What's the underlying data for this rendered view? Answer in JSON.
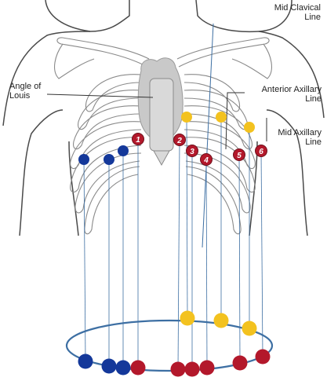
{
  "labels": {
    "mid_clavicular_1": "Mid Clavical",
    "mid_clavicular_2": "Line",
    "angle_of_louis_1": "Angle of",
    "angle_of_louis_2": "Louis",
    "anterior_axillary_1": "Anterior Axillary",
    "anterior_axillary_2": "Line",
    "mid_axillary_1": "Mid Axillary",
    "mid_axillary_2": "Line"
  },
  "electrodes": [
    "1",
    "2",
    "3",
    "4",
    "5",
    "6"
  ],
  "colors": {
    "red": "#b3182b",
    "blue": "#14389a",
    "yellow": "#f3c21f",
    "line": "#3d6fa3",
    "outline": "#4a4a4a",
    "bone": "#8a8a8a",
    "heart": "#c9c9c9"
  }
}
